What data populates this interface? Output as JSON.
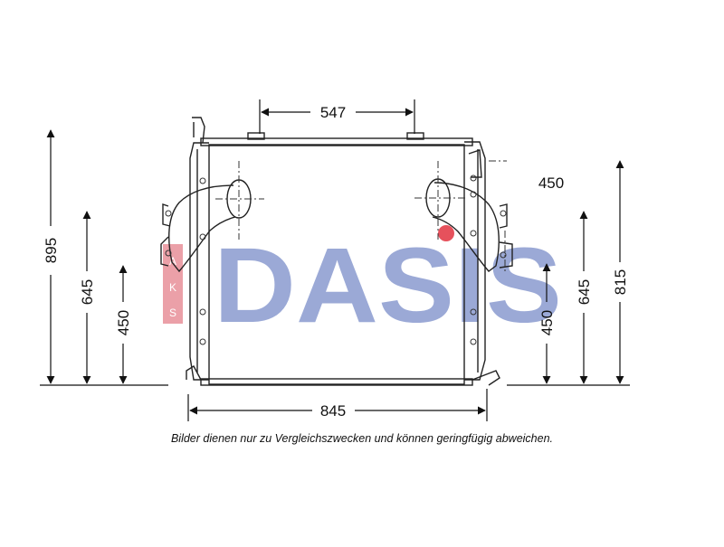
{
  "watermark": {
    "text": "DASIS",
    "side_letters": [
      "A",
      "K",
      "S"
    ],
    "color": "#8a9bd0",
    "accent_color": "#e23340"
  },
  "dimensions": {
    "top_width": "547",
    "bottom_width": "845",
    "left_outer_height": "895",
    "left_middle_height": "645",
    "left_inner_height": "450",
    "right_outer_height": "815",
    "right_middle_height": "645",
    "right_inner_height": "450",
    "right_outlet_offset": "450"
  },
  "caption": "Bilder dienen nur zu Vergleichszwecken und können geringfügig abweichen."
}
